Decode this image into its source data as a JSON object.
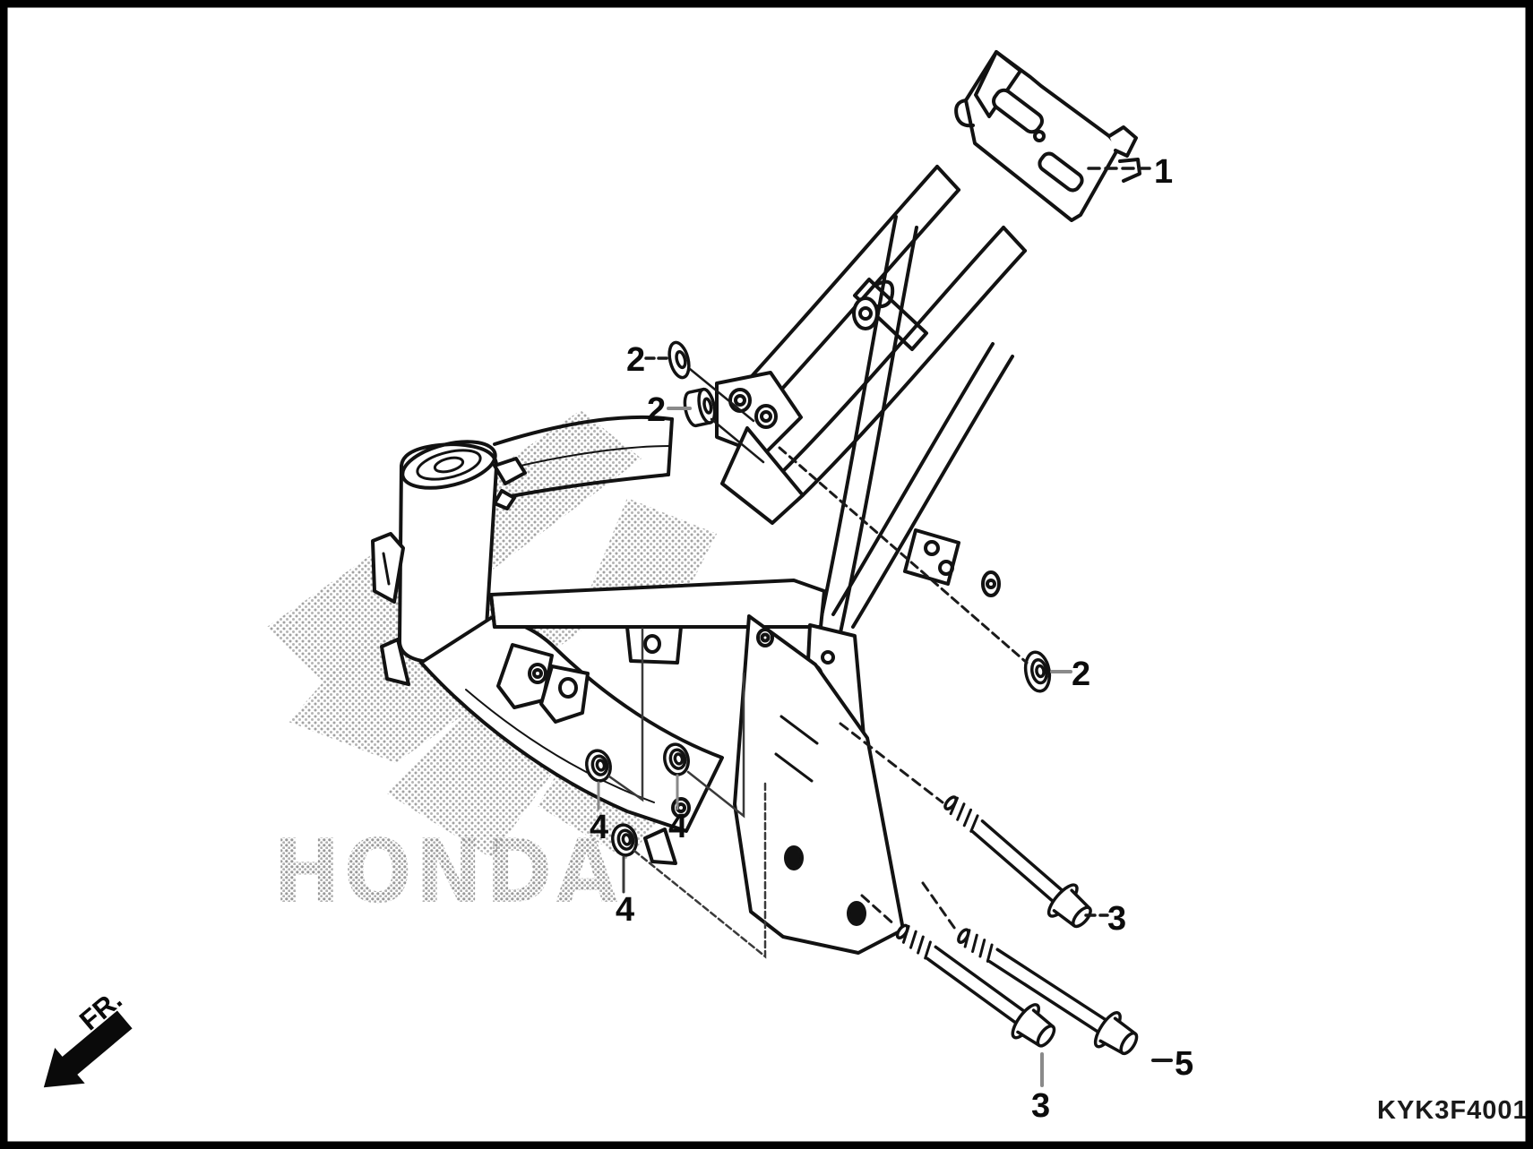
{
  "figure": {
    "type": "exploded-parts-diagram",
    "subject": "motorcycle frame body",
    "part_code": "KYK3F4001",
    "direction_label": "FR.",
    "watermark_text": "HONDA"
  },
  "callouts": [
    {
      "text": "1"
    },
    {
      "text": "2"
    },
    {
      "text": "2"
    },
    {
      "text": "2"
    },
    {
      "text": "3"
    },
    {
      "text": "3"
    },
    {
      "text": "4"
    },
    {
      "text": "4"
    },
    {
      "text": "4"
    },
    {
      "text": "5"
    }
  ],
  "colors": {
    "line": "#121212",
    "background": "#ffffff",
    "border": "#000000",
    "halftone_dots": "#a2a2a2",
    "leader_gray": "#8a8a8a"
  }
}
